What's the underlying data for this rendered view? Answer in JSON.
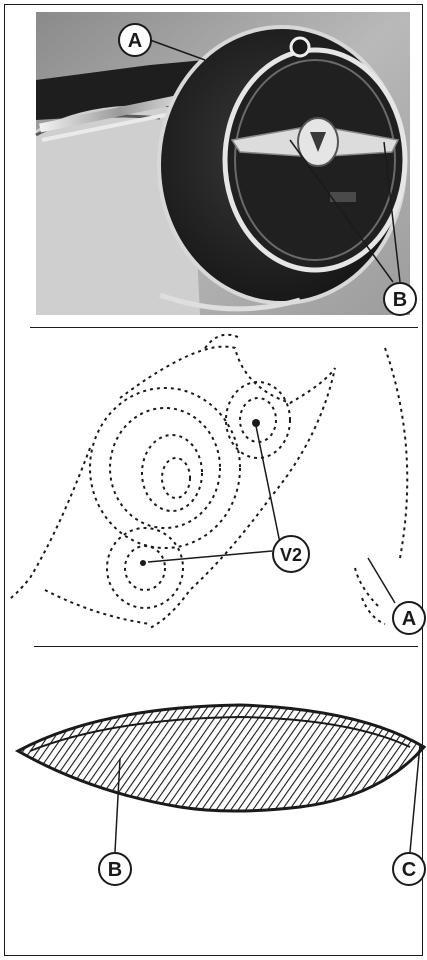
{
  "labels": {
    "photo_a": "A",
    "photo_b": "B",
    "sketch_v2": "V2",
    "sketch_a": "A",
    "lens_b": "B",
    "lens_c": "C"
  },
  "icons": {
    "photo": "headphone-earcup-photo",
    "sketch": "earcup-dotted-line-sketch",
    "lens": "lens-shaped-hatched-pad"
  },
  "colors": {
    "ink": "#1a1a1a",
    "photo_dark": "#2b2b2b",
    "paper": "#ffffff"
  }
}
